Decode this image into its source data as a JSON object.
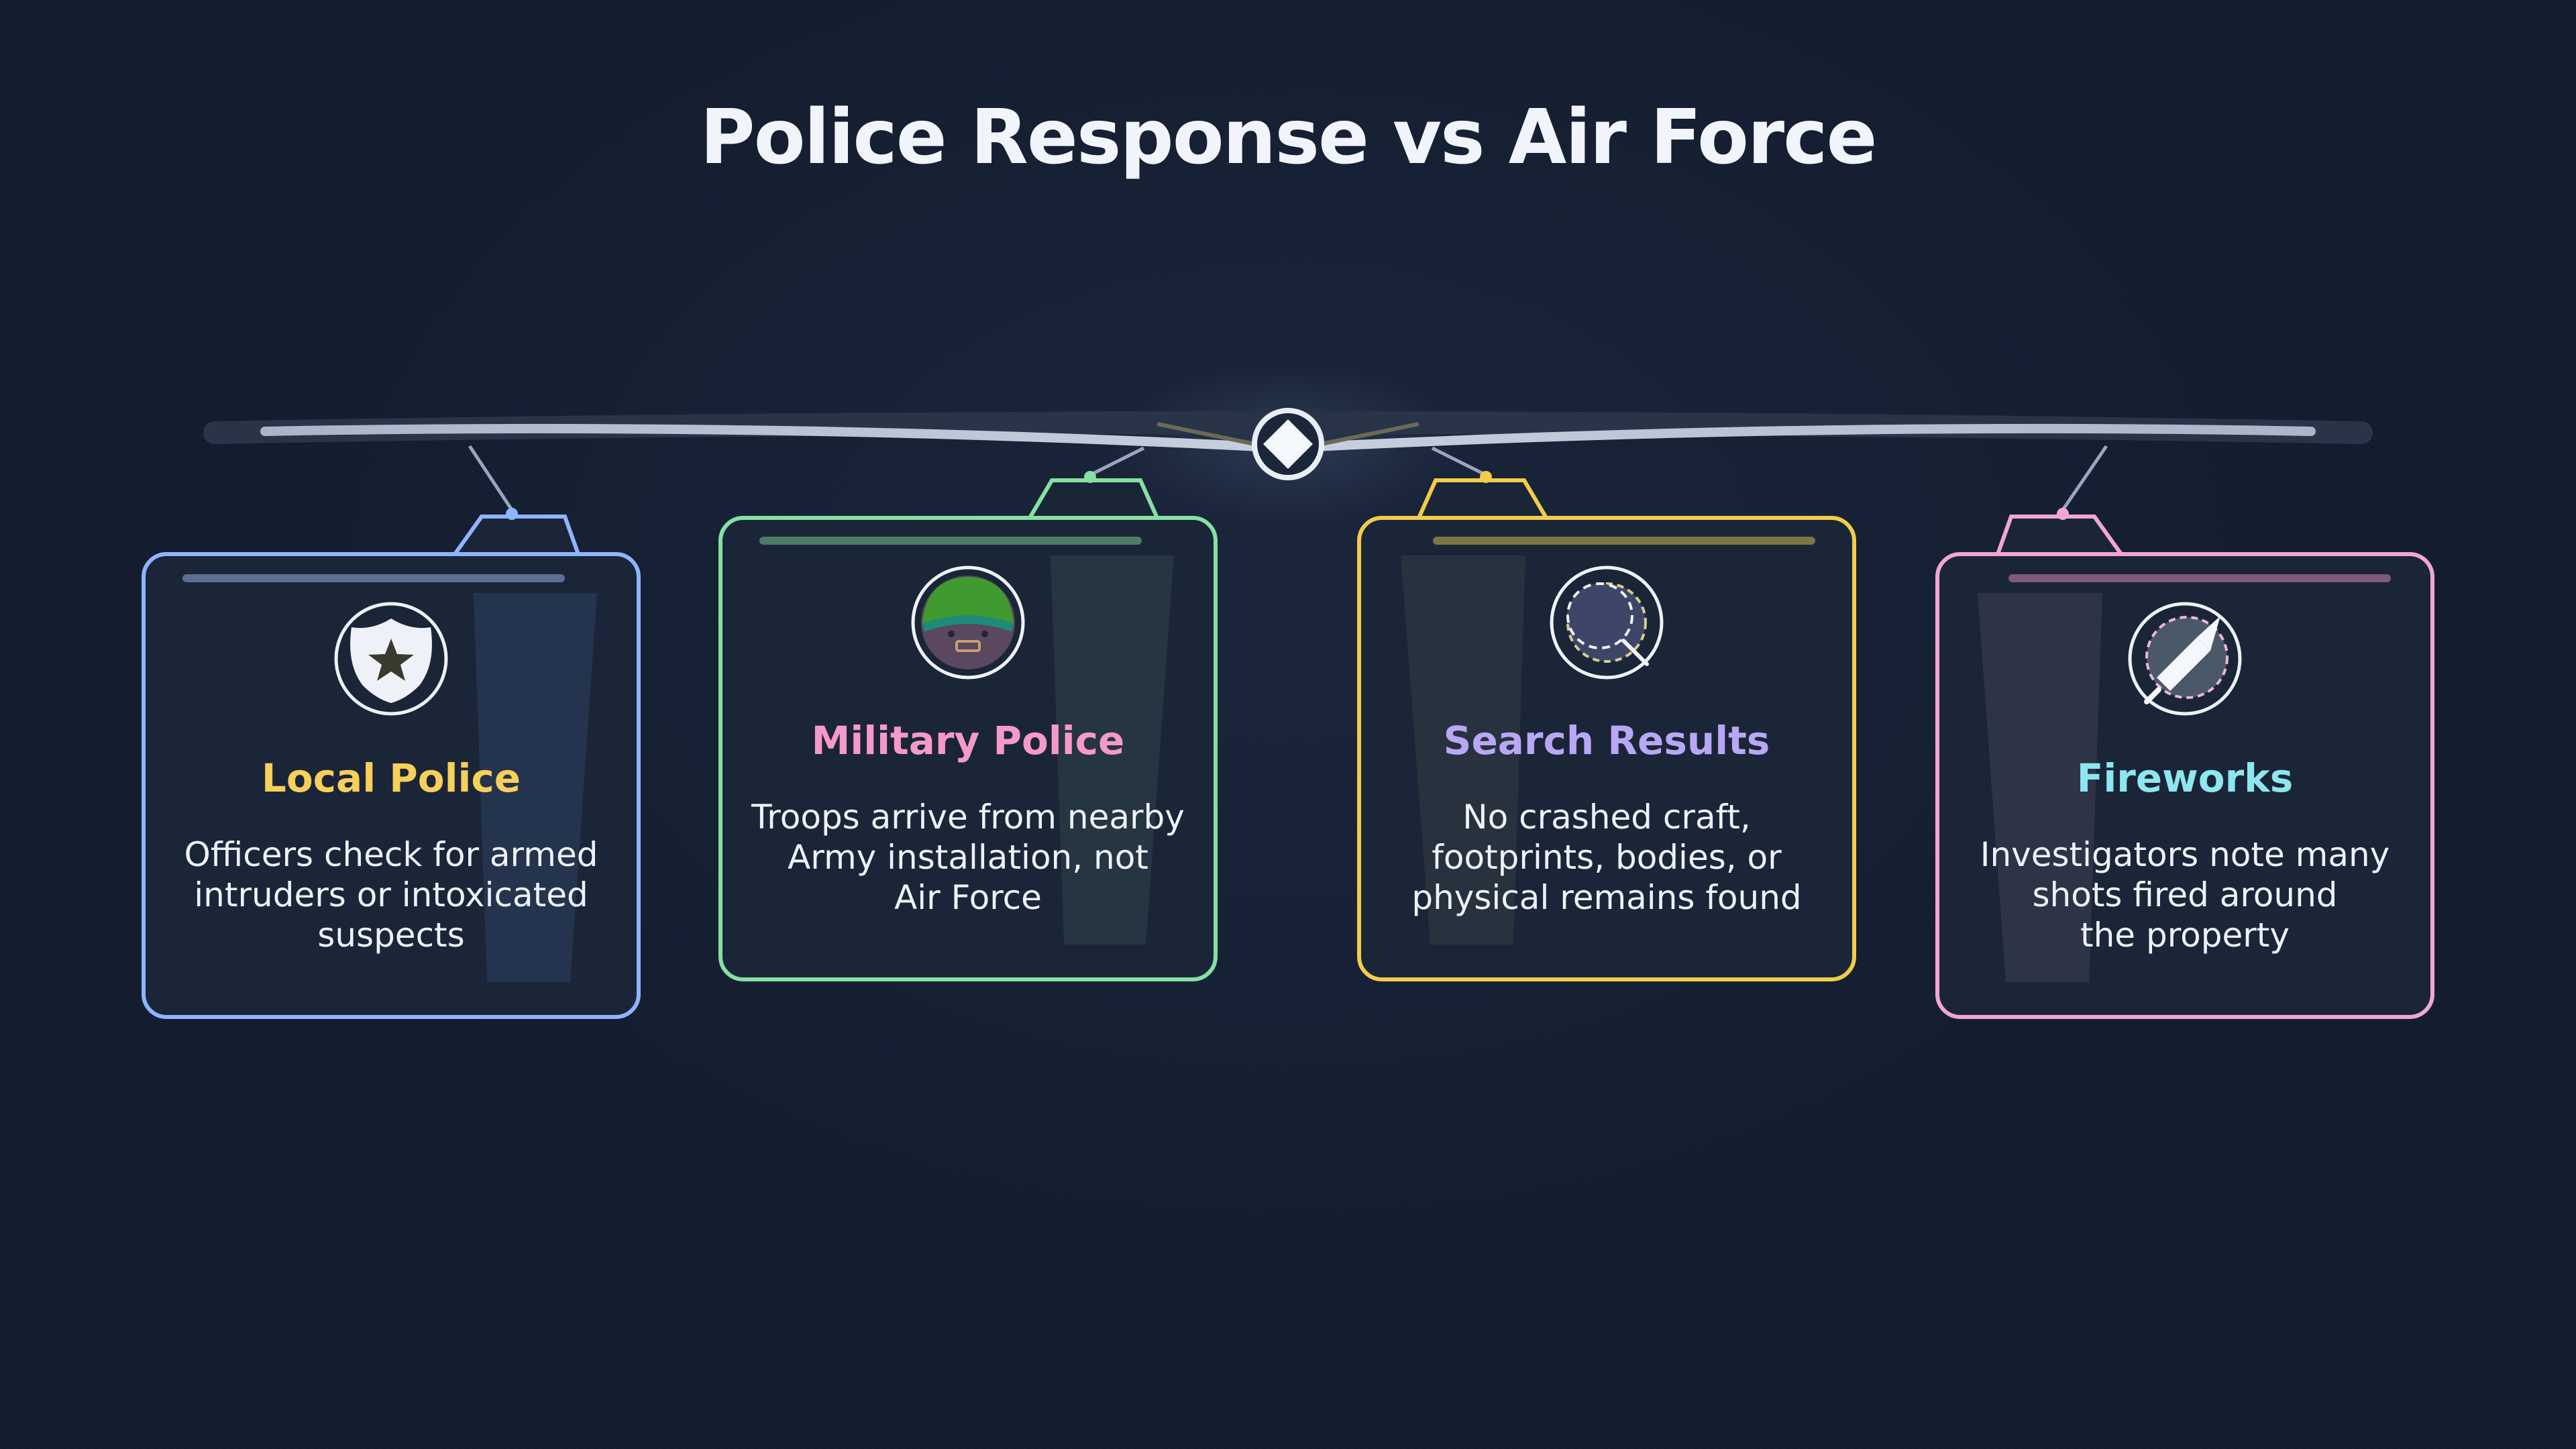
{
  "title": "Police Response vs Air Force",
  "colors": {
    "background": "#131c2e",
    "card_fill": "#1b2538",
    "beam": "#9aa6bd"
  },
  "cards": [
    {
      "title": "Local Police",
      "desc": [
        "Officers check for armed",
        "intruders or intoxicated",
        "suspects"
      ],
      "icon": "police-badge-icon",
      "border": "#8fb4ff",
      "title_color": "#f7d05a"
    },
    {
      "title": "Military Police",
      "desc": [
        "Troops arrive from nearby",
        "Army installation, not",
        "Air Force"
      ],
      "icon": "soldier-helmet-icon",
      "border": "#86e0a3",
      "title_color": "#f59ac8"
    },
    {
      "title": "Search Results",
      "desc": [
        "No crashed craft,",
        "footprints, bodies, or",
        "physical remains found"
      ],
      "icon": "magnifier-icon",
      "border": "#f2cc4a",
      "title_color": "#b9a7f5"
    },
    {
      "title": "Fireworks",
      "desc": [
        "Investigators note many",
        "shots fired around",
        "the property"
      ],
      "icon": "firework-rocket-icon",
      "border": "#f2a6d2",
      "title_color": "#8ee6ee"
    }
  ]
}
